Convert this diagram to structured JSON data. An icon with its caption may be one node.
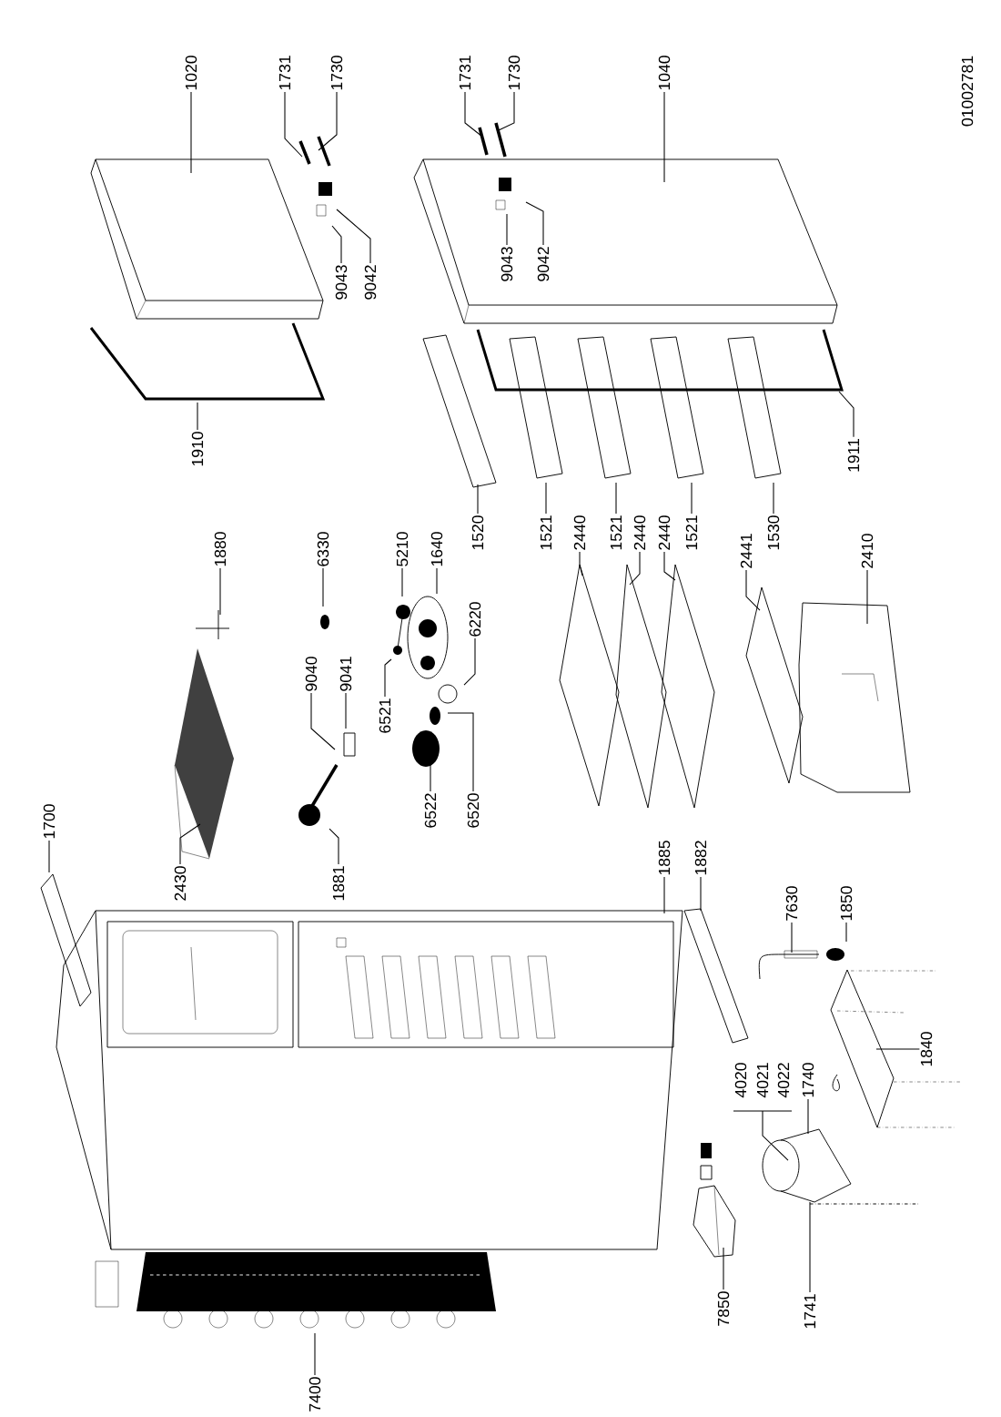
{
  "diagram": {
    "nodes": [
      {
        "text": [
          "1020"
        ]
      },
      {
        "text": [
          "1731"
        ]
      },
      {
        "text": [
          "1730"
        ]
      },
      {
        "text": [
          "1731"
        ]
      },
      {
        "text": [
          "1730"
        ]
      },
      {
        "text": [
          "1040"
        ]
      },
      {
        "text": [
          "9043"
        ]
      },
      {
        "text": [
          "9042"
        ]
      },
      {
        "text": [
          "9043"
        ]
      },
      {
        "text": [
          "9042"
        ]
      },
      {
        "text": [
          "1910"
        ]
      },
      {
        "text": [
          "1911"
        ]
      },
      {
        "text": [
          "1880"
        ]
      },
      {
        "text": [
          "6330"
        ]
      },
      {
        "text": [
          "5210"
        ]
      },
      {
        "text": [
          "1640"
        ]
      },
      {
        "text": [
          "1520"
        ]
      },
      {
        "text": [
          "1521"
        ]
      },
      {
        "text": [
          "2440"
        ]
      },
      {
        "text": [
          "1521"
        ]
      },
      {
        "text": [
          "2440"
        ]
      },
      {
        "text": [
          "2440"
        ]
      },
      {
        "text": [
          "1521"
        ]
      },
      {
        "text": [
          "1530"
        ]
      },
      {
        "text": [
          "2441"
        ]
      },
      {
        "text": [
          "2410"
        ]
      },
      {
        "text": [
          "6220"
        ]
      },
      {
        "text": [
          "9040"
        ]
      },
      {
        "text": [
          "9041"
        ]
      },
      {
        "text": [
          "6521"
        ]
      },
      {
        "text": [
          "6522"
        ]
      },
      {
        "text": [
          "6520"
        ]
      },
      {
        "text": [
          "1700"
        ]
      },
      {
        "text": [
          "2430"
        ]
      },
      {
        "text": [
          "1881"
        ]
      },
      {
        "text": [
          "1885"
        ]
      },
      {
        "text": [
          "1882"
        ]
      },
      {
        "text": [
          "7630"
        ]
      },
      {
        "text": [
          "1850"
        ]
      },
      {
        "text": [
          "1840"
        ]
      },
      {
        "text": [
          "4020"
        ]
      },
      {
        "text": [
          "4021"
        ]
      },
      {
        "text": [
          "4022"
        ]
      },
      {
        "text": [
          "1740"
        ]
      },
      {
        "text": [
          "7850"
        ]
      },
      {
        "text": [
          "1741"
        ]
      },
      {
        "text": [
          "7400"
        ]
      }
    ],
    "edges": [
      {
        "from": 0,
        "to": null,
        "arrow": "none"
      },
      {
        "from": 1,
        "to": null,
        "arrow": "none"
      },
      {
        "from": 2,
        "to": null,
        "arrow": "none"
      },
      {
        "from": 3,
        "to": null,
        "arrow": "none"
      },
      {
        "from": 4,
        "to": null,
        "arrow": "none"
      },
      {
        "from": 5,
        "to": null,
        "arrow": "none"
      },
      {
        "from": 6,
        "to": null,
        "arrow": "none"
      },
      {
        "from": 7,
        "to": null,
        "arrow": "none"
      },
      {
        "from": 8,
        "to": null,
        "arrow": "none"
      },
      {
        "from": 9,
        "to": null,
        "arrow": "none"
      },
      {
        "from": 10,
        "to": null,
        "arrow": "none"
      },
      {
        "from": 11,
        "to": null,
        "arrow": "none"
      },
      {
        "from": 12,
        "to": null,
        "arrow": "none"
      },
      {
        "from": 13,
        "to": null,
        "arrow": "none"
      },
      {
        "from": 14,
        "to": null,
        "arrow": "none"
      },
      {
        "from": 15,
        "to": null,
        "arrow": "none"
      },
      {
        "from": 16,
        "to": null,
        "arrow": "none"
      },
      {
        "from": 17,
        "to": null,
        "arrow": "none"
      },
      {
        "from": 18,
        "to": null,
        "arrow": "none"
      },
      {
        "from": 19,
        "to": null,
        "arrow": "none"
      },
      {
        "from": 20,
        "to": null,
        "arrow": "none"
      },
      {
        "from": 21,
        "to": null,
        "arrow": "none"
      },
      {
        "from": 22,
        "to": null,
        "arrow": "none"
      },
      {
        "from": 23,
        "to": null,
        "arrow": "none"
      },
      {
        "from": 24,
        "to": null,
        "arrow": "none"
      },
      {
        "from": 25,
        "to": null,
        "arrow": "none"
      },
      {
        "from": 26,
        "to": null,
        "arrow": "none"
      },
      {
        "from": 27,
        "to": null,
        "arrow": "none"
      },
      {
        "from": 28,
        "to": null,
        "arrow": "none"
      },
      {
        "from": 29,
        "to": null,
        "arrow": "none"
      },
      {
        "from": 30,
        "to": null,
        "arrow": "none"
      },
      {
        "from": 31,
        "to": null,
        "arrow": "none"
      },
      {
        "from": 32,
        "to": null,
        "arrow": "none"
      },
      {
        "from": 33,
        "to": null,
        "arrow": "none"
      },
      {
        "from": 34,
        "to": null,
        "arrow": "none"
      },
      {
        "from": 35,
        "to": null,
        "arrow": "none"
      },
      {
        "from": 36,
        "to": null,
        "arrow": "none"
      },
      {
        "from": 37,
        "to": null,
        "arrow": "none"
      },
      {
        "from": 38,
        "to": null,
        "arrow": "none"
      },
      {
        "from": 39,
        "to": null,
        "arrow": "none"
      },
      {
        "from": 40,
        "to": null,
        "arrow": "none"
      },
      {
        "from": 41,
        "to": null,
        "arrow": "none"
      },
      {
        "from": 42,
        "to": null,
        "arrow": "none"
      },
      {
        "from": 43,
        "to": null,
        "arrow": "none"
      },
      {
        "from": 44,
        "to": null,
        "arrow": "none"
      },
      {
        "from": 45,
        "to": null,
        "arrow": "none"
      },
      {
        "from": 46,
        "to": null,
        "arrow": "none"
      }
    ],
    "labels": [
      "01002781"
    ]
  }
}
